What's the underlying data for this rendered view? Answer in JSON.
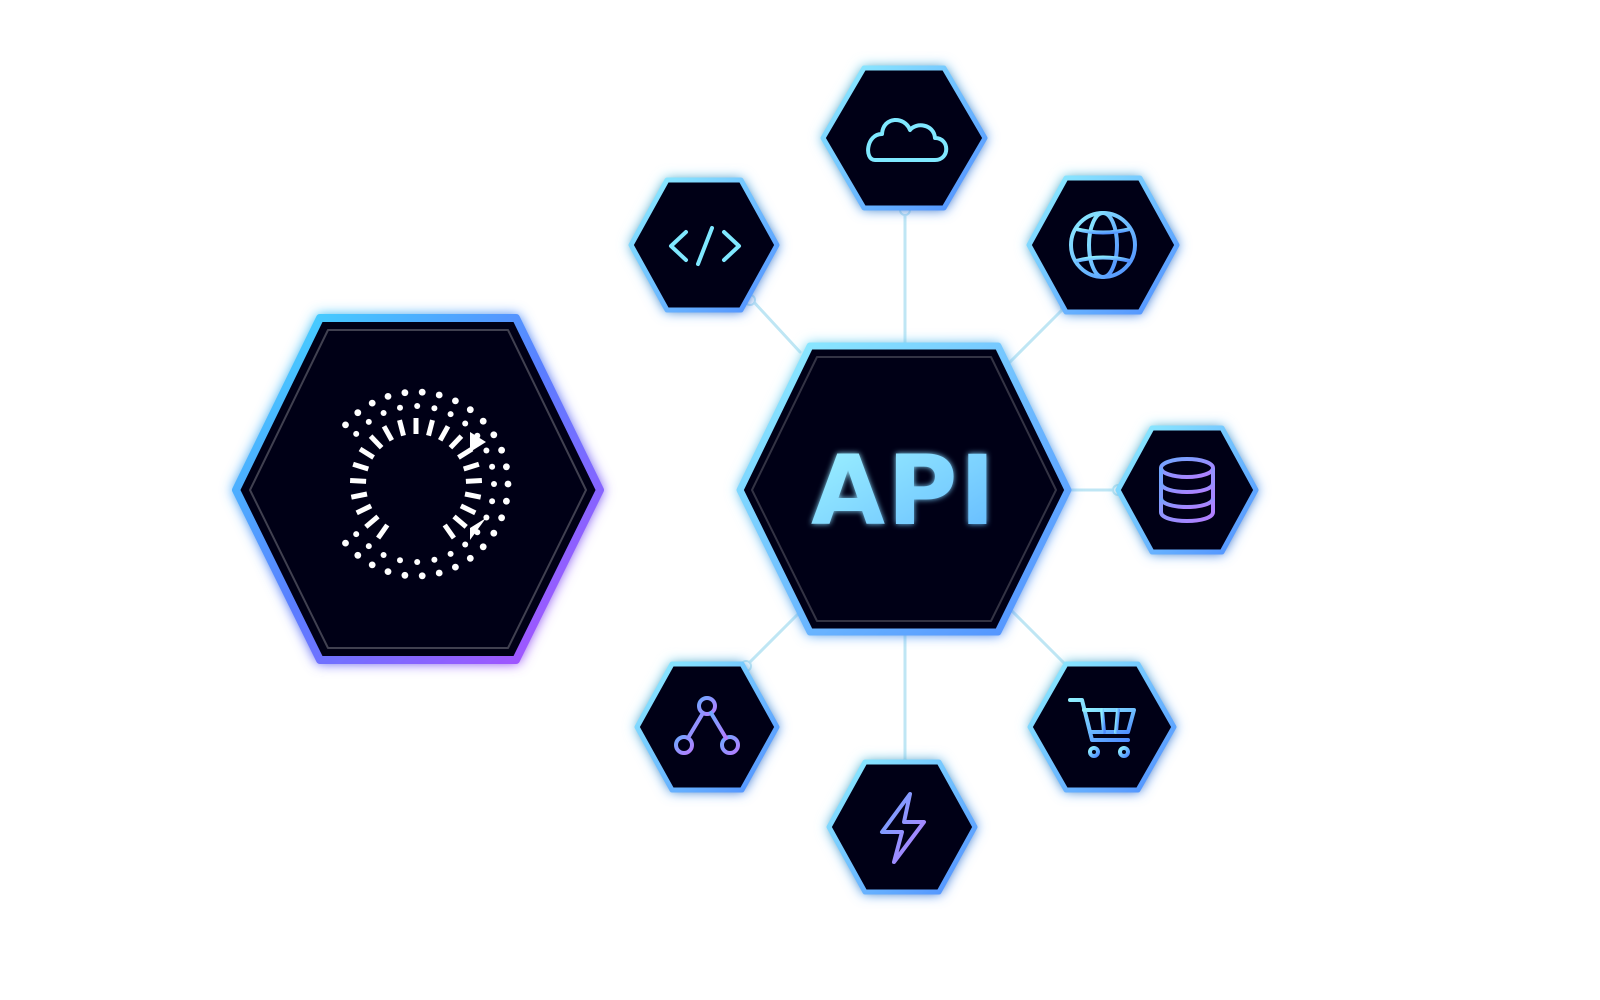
{
  "hub": {
    "label": "API"
  },
  "colors": {
    "background": "#ffffff",
    "node_fill": "#030318",
    "cyan": "#7fe8ff",
    "blue": "#4f8dff",
    "purple": "#a760ff",
    "violet": "#b57cff",
    "connector": "#bfe6f4"
  },
  "brand_logo": {
    "icon": "c-dotted-logo-icon"
  },
  "services": [
    {
      "id": "code",
      "icon": "code-icon"
    },
    {
      "id": "cloud",
      "icon": "cloud-icon"
    },
    {
      "id": "globe",
      "icon": "globe-icon"
    },
    {
      "id": "database",
      "icon": "database-icon"
    },
    {
      "id": "cart",
      "icon": "cart-icon"
    },
    {
      "id": "lightning",
      "icon": "lightning-icon"
    },
    {
      "id": "webhook",
      "icon": "webhook-icon"
    }
  ]
}
